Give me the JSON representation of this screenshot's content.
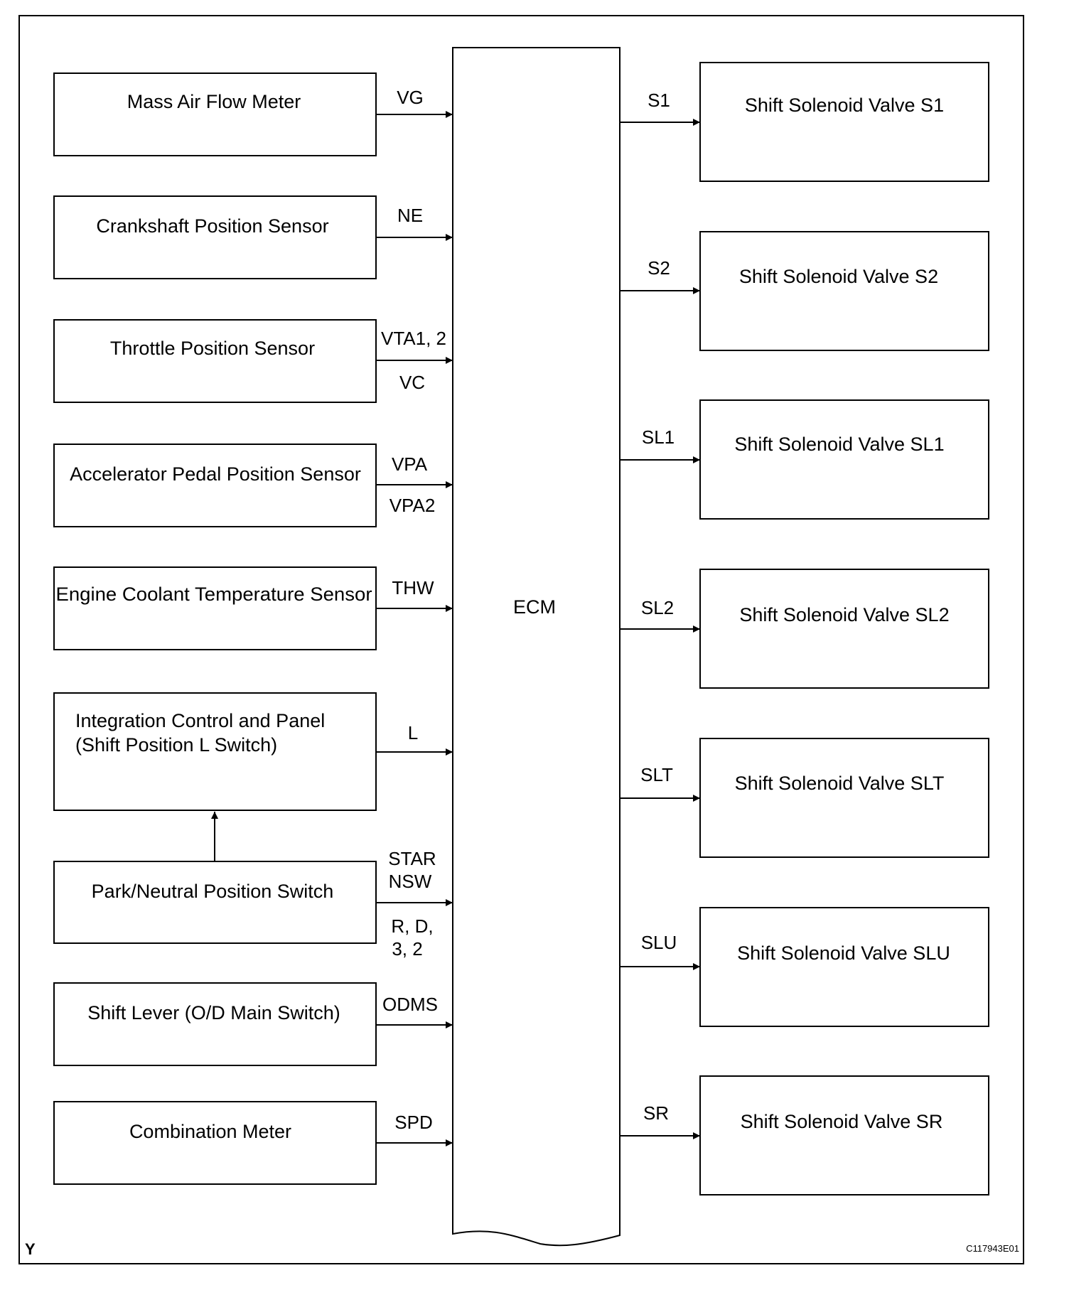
{
  "ecm": {
    "label": "ECM"
  },
  "inputs": [
    {
      "lines": [
        "Mass Air Flow Meter"
      ],
      "signals": [
        "VG"
      ]
    },
    {
      "lines": [
        "Crankshaft Position Sensor"
      ],
      "signals": [
        "NE"
      ]
    },
    {
      "lines": [
        "Throttle Position Sensor"
      ],
      "signals": [
        "VTA1, 2",
        "VC"
      ]
    },
    {
      "lines": [
        "Accelerator Pedal Position Sensor"
      ],
      "signals": [
        "VPA",
        "VPA2"
      ]
    },
    {
      "lines": [
        "Engine Coolant Temperature Sensor"
      ],
      "signals": [
        "THW"
      ]
    },
    {
      "lines": [
        "Integration Control and Panel",
        "(Shift Position L Switch)"
      ],
      "signals": [
        "L"
      ]
    },
    {
      "lines": [
        "Park/Neutral Position Switch"
      ],
      "signals": [
        "STAR",
        "NSW",
        "R, D,",
        "3, 2"
      ]
    },
    {
      "lines": [
        "Shift Lever (O/D Main Switch)"
      ],
      "signals": [
        "ODMS"
      ]
    },
    {
      "lines": [
        "Combination Meter"
      ],
      "signals": [
        "SPD"
      ]
    }
  ],
  "outputs": [
    {
      "label": "Shift Solenoid Valve S1",
      "signal": "S1"
    },
    {
      "label": "Shift Solenoid Valve S2",
      "signal": "S2"
    },
    {
      "label": "Shift Solenoid Valve SL1",
      "signal": "SL1"
    },
    {
      "label": "Shift Solenoid Valve SL2",
      "signal": "SL2"
    },
    {
      "label": "Shift Solenoid Valve SLT",
      "signal": "SLT"
    },
    {
      "label": "Shift Solenoid Valve SLU",
      "signal": "SLU"
    },
    {
      "label": "Shift Solenoid Valve SR",
      "signal": "SR"
    }
  ],
  "corner_mark": "Y",
  "figure_code": "C117943E01"
}
